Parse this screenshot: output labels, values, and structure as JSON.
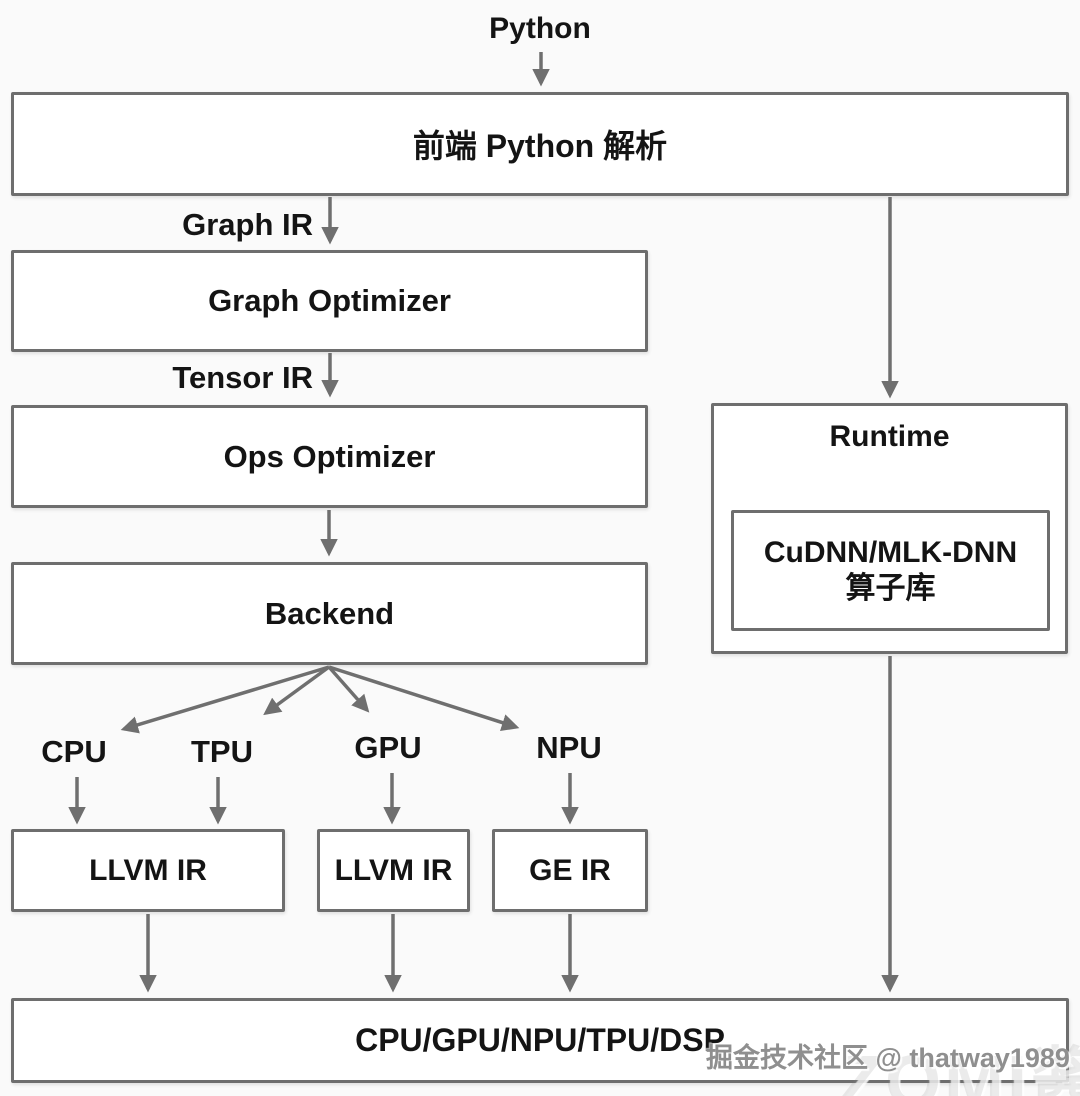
{
  "diagram": {
    "nodes": {
      "python_label": "Python",
      "frontend": "前端 Python 解析",
      "graph_ir": "Graph IR",
      "graph_optimizer": "Graph Optimizer",
      "tensor_ir": "Tensor IR",
      "ops_optimizer": "Ops Optimizer",
      "backend": "Backend",
      "cpu": "CPU",
      "tpu": "TPU",
      "gpu": "GPU",
      "npu": "NPU",
      "llvm_ir_1": "LLVM IR",
      "llvm_ir_2": "LLVM IR",
      "ge_ir": "GE IR",
      "hardware": "CPU/GPU/NPU/TPU/DSP",
      "runtime": "Runtime",
      "ops_library_line1": "CuDNN/MLK-DNN",
      "ops_library_line2": "算子库"
    },
    "watermark": "掘金技术社区 @ thatway1989",
    "ghost_watermark": "ZOMI酱",
    "colors": {
      "line": "#6f6f6f",
      "border": "#6e6e6e",
      "text": "#141414",
      "background": "#fafafa",
      "watermark": "#8f8f8f"
    }
  }
}
